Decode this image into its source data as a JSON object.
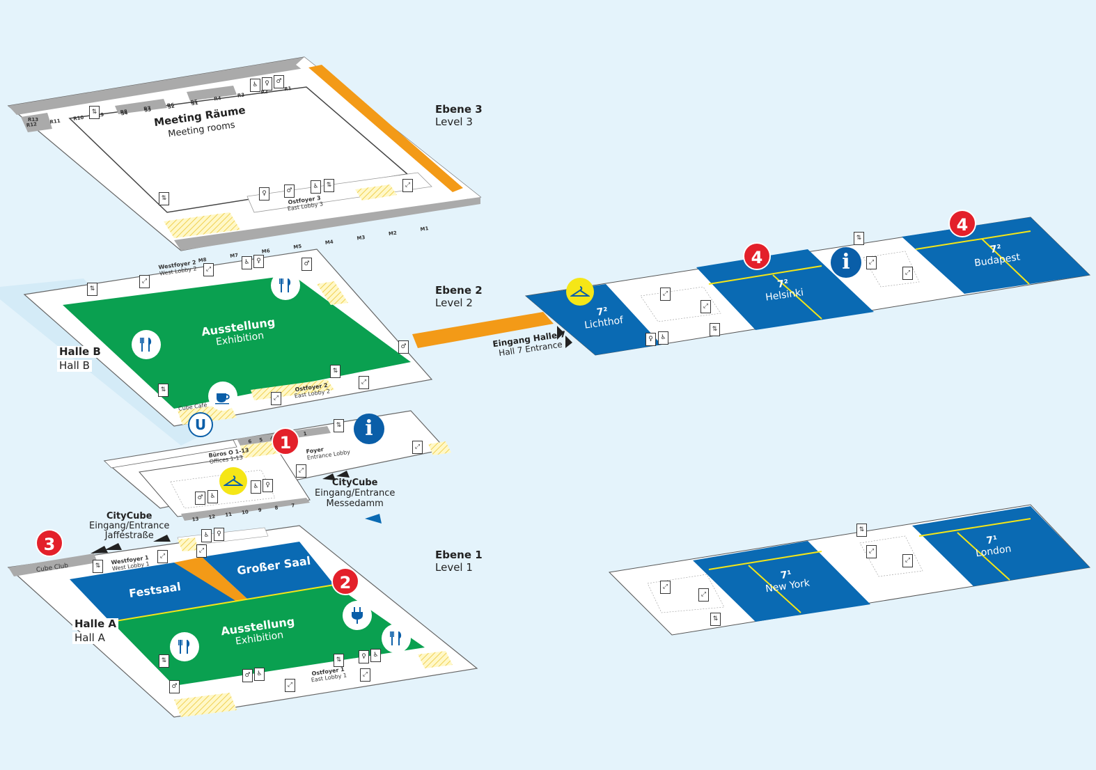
{
  "levels": {
    "level3": {
      "de": "Ebene 3",
      "en": "Level 3",
      "area_de": "Meeting Räume",
      "area_en": "Meeting rooms",
      "rooms_top": [
        "R12",
        "R11",
        "R10",
        "R9",
        "R8",
        "R7",
        "R6",
        "R5",
        "R4",
        "R3",
        "R2",
        "R1"
      ],
      "room_r13": "R13",
      "rooms_small": [
        "S4",
        "S3",
        "S2",
        "S1"
      ],
      "rooms_bottom": [
        "M8",
        "M7",
        "M6",
        "M5",
        "M4",
        "M3",
        "M2",
        "M1"
      ],
      "lobby_de": "Ostfoyer 3",
      "lobby_en": "East Lobby 3"
    },
    "level2": {
      "de": "Ebene 2",
      "en": "Level 2",
      "area_de": "Ausstellung",
      "area_en": "Exhibition",
      "west_de": "Westfoyer 2",
      "west_en": "West Lobby 2",
      "east_de": "Ostfoyer 2",
      "east_en": "East Lobby 2",
      "cafe": "Cube Café",
      "hall_de": "Halle B",
      "hall_en": "Hall B",
      "entrance7_de": "Eingang Halle 7",
      "entrance7_en": "Hall 7 Entrance"
    },
    "level1": {
      "de": "Ebene 1",
      "en": "Level 1",
      "area_de": "Ausstellung",
      "area_en": "Exhibition",
      "festsaal": "Festsaal",
      "grosser_saal": "Großer Saal",
      "hall_de": "Halle A",
      "hall_en": "Hall A",
      "west_de": "Westfoyer 1",
      "west_en": "West Lobby 1",
      "east_de": "Ostfoyer 1",
      "east_en": "East Lobby 1",
      "cube_club": "Cube Club",
      "offices_de": "Büros O 1-13",
      "offices_en": "Offices 1-13",
      "foyer_de": "Foyer",
      "foyer_en": "Entrance Lobby",
      "office_nums_top": [
        "6",
        "5",
        "4",
        "3",
        "2",
        "1"
      ],
      "office_nums_bottom": [
        "13",
        "12",
        "11",
        "10",
        "9",
        "8",
        "7"
      ],
      "entrance_main": {
        "name": "CityCube",
        "de": "Eingang/Entrance",
        "street": "Messedamm"
      },
      "entrance_west": {
        "name": "CityCube",
        "de": "Eingang/Entrance",
        "street": "Jafféstraße"
      }
    }
  },
  "hall7": {
    "upper": {
      "lichthof_num": "7²",
      "lichthof": "Lichthof",
      "helsinki_num": "7²",
      "helsinki": "Helsinki",
      "budapest_num": "7²",
      "budapest": "Budapest"
    },
    "lower": {
      "newyork_num": "7¹",
      "newyork": "New York",
      "london_num": "7¹",
      "london": "London"
    }
  },
  "badges": [
    "1",
    "2",
    "3",
    "4",
    "4"
  ],
  "icons": {
    "info": "i",
    "restaurant": "cutlery-icon",
    "cafe": "coffee-icon",
    "cloakroom": "hanger-icon",
    "power": "plug-icon",
    "ubahn": "U"
  },
  "colors": {
    "green": "#0aa050",
    "blue": "#0a6ab3",
    "orange": "#f39a17",
    "yellow": "#f5e617",
    "red": "#e3202a",
    "grey": "#aaaaaa"
  }
}
